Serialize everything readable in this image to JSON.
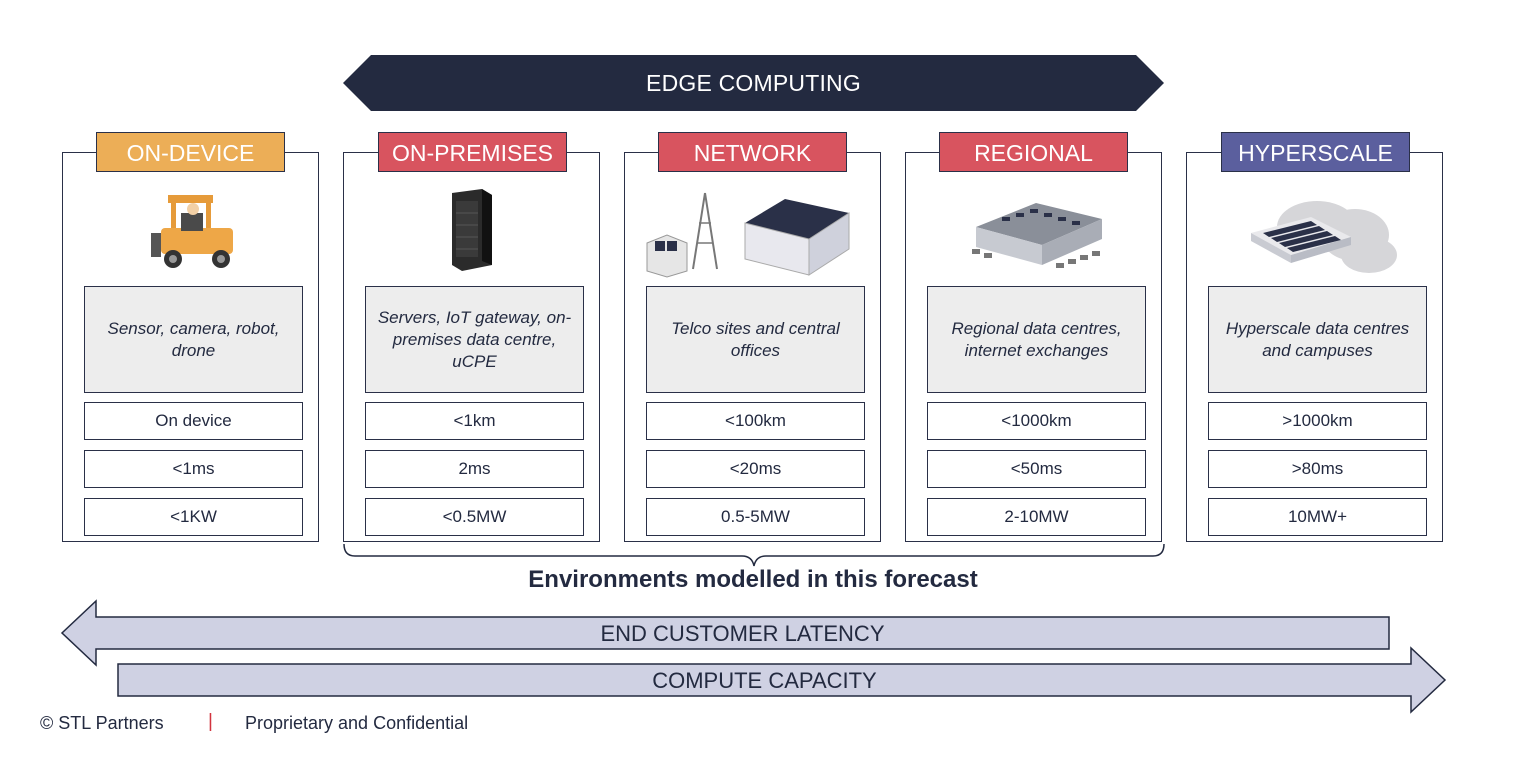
{
  "banner": {
    "label": "EDGE COMPUTING"
  },
  "columns": [
    {
      "tag": "ON-DEVICE",
      "tag_color": "#ecae57",
      "icon": "forklift-robot-icon",
      "description": "Sensor, camera, robot, drone",
      "distance": "On device",
      "latency": "<1ms",
      "power": "<1KW"
    },
    {
      "tag": "ON-PREMISES",
      "tag_color": "#d8545f",
      "icon": "server-rack-icon",
      "description": "Servers, IoT gateway, on-premises data centre, uCPE",
      "distance": "<1km",
      "latency": "2ms",
      "power": "<0.5MW"
    },
    {
      "tag": "NETWORK",
      "tag_color": "#d8545f",
      "icon": "telco-tower-icon",
      "description": "Telco sites and central offices",
      "distance": "<100km",
      "latency": "<20ms",
      "power": "0.5-5MW"
    },
    {
      "tag": "REGIONAL",
      "tag_color": "#d8545f",
      "icon": "regional-datacentre-icon",
      "description": "Regional data centres, internet exchanges",
      "distance": "<1000km",
      "latency": "<50ms",
      "power": "2-10MW"
    },
    {
      "tag": "HYPERSCALE",
      "tag_color": "#5b5f9e",
      "icon": "hyperscale-cloud-icon",
      "description": "Hyperscale data centres and campuses",
      "distance": ">1000km",
      "latency": ">80ms",
      "power": "10MW+"
    }
  ],
  "bracket_label": "Environments modelled in this forecast",
  "arrows": {
    "latency": "END CUSTOMER LATENCY",
    "capacity": "COMPUTE CAPACITY"
  },
  "footer": {
    "copyright": "© STL Partners",
    "separator": "|",
    "confidential": "Proprietary and Confidential"
  },
  "colors": {
    "navy": "#232a40",
    "arrow_fill": "#cfd1e3",
    "box_fill": "#ededed"
  }
}
